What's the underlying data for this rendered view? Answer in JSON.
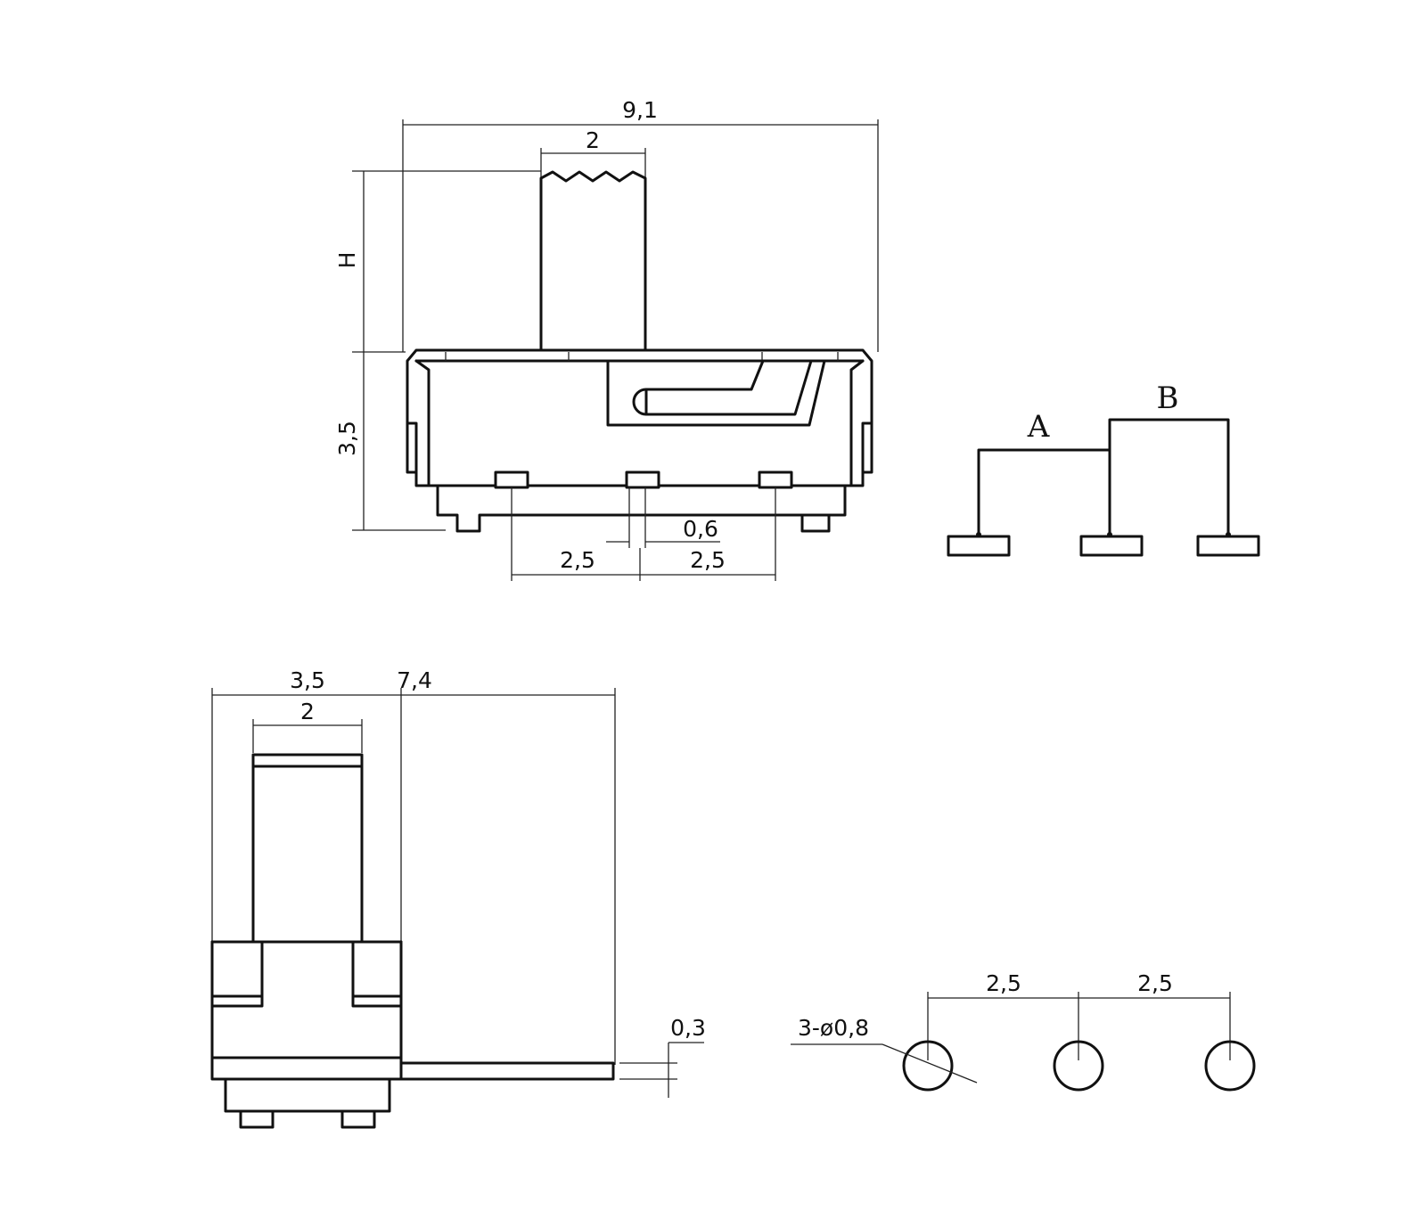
{
  "front_view": {
    "overall_width": "9,1",
    "actuator_width": "2",
    "actuator_height": "H",
    "body_height": "3,5",
    "pin_width": "0,6",
    "pitch_left": "2,5",
    "pitch_right": "2,5"
  },
  "schematic": {
    "label_a": "A",
    "label_b": "B"
  },
  "side_view": {
    "body_depth": "3,5",
    "actuator_width": "2",
    "overall_length": "7,4",
    "terminal_thickness": "0,3"
  },
  "pcb_layout": {
    "hole_note": "3-ø0,8",
    "pitch_left": "2,5",
    "pitch_right": "2,5"
  }
}
